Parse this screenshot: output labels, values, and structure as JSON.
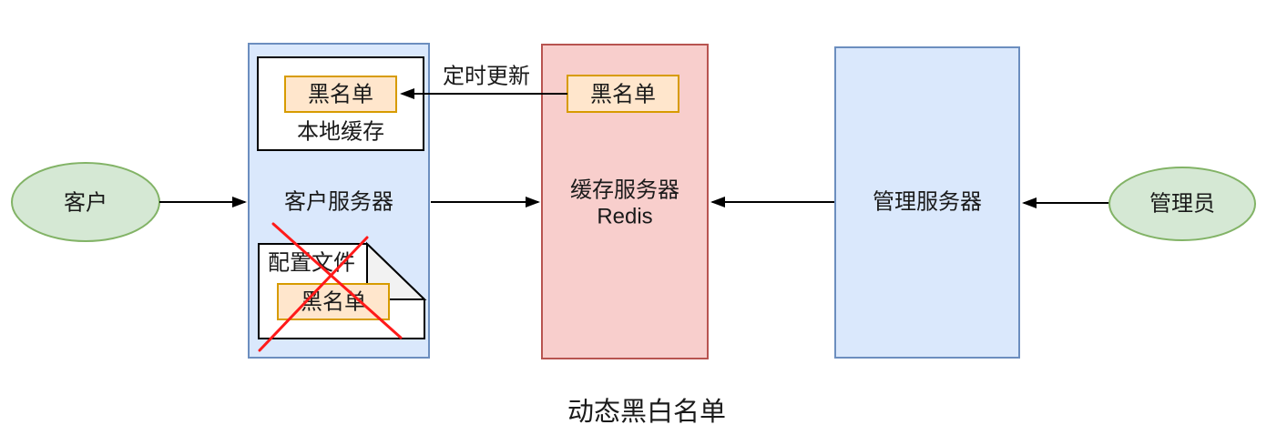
{
  "caption": "动态黑白名单",
  "nodes": {
    "customer": {
      "label": "客户"
    },
    "customer_server": {
      "label": "客户服务器"
    },
    "local_cache": {
      "label": "本地缓存"
    },
    "local_blacklist": {
      "label": "黑名单"
    },
    "config_file": {
      "label": "配置文件"
    },
    "config_blacklist": {
      "label": "黑名单"
    },
    "cache_server": {
      "label_line1": "缓存服务器",
      "label_line2": "Redis"
    },
    "redis_blacklist": {
      "label": "黑名单"
    },
    "admin_server": {
      "label": "管理服务器"
    },
    "admin": {
      "label": "管理员"
    }
  },
  "edges": {
    "scheduled_update": {
      "label": "定时更新"
    }
  },
  "colors": {
    "green_fill": "#d5e8d4",
    "green_stroke": "#82b366",
    "blue_fill": "#dae8fc",
    "blue_stroke": "#6c8ebf",
    "red_fill": "#f8cecc",
    "red_stroke": "#b85450",
    "orange_fill": "#ffe6cc",
    "orange_stroke": "#d79b00",
    "doc_fill": "#ffffff",
    "doc_stroke": "#000000",
    "flap_fill": "#f2f2f2",
    "cross_red": "#ff1a1a",
    "arrow_black": "#000000"
  }
}
